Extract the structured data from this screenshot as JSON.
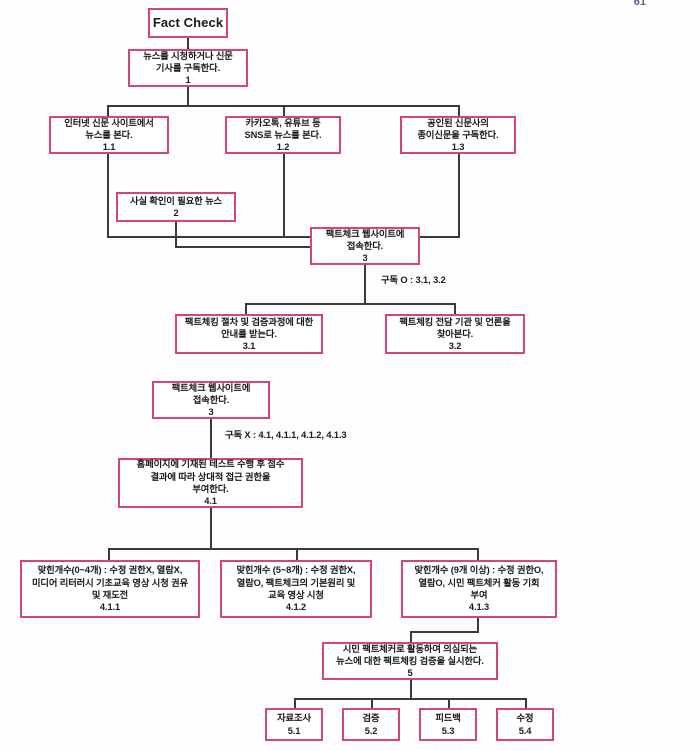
{
  "diagram": {
    "title": "Fact Check",
    "corner_mark": "61",
    "accent_color": "#d4457e",
    "line_color": "#3a3a3a",
    "background": "#fdfdfd",
    "nodes": [
      {
        "id": "root",
        "label": "Fact Check",
        "num": ""
      },
      {
        "id": "n1",
        "l1": "뉴스를 시청하거나 신문",
        "l2": "기사를 구독한다.",
        "num": "1"
      },
      {
        "id": "n11",
        "l1": "인터넷 신문 사이트에서",
        "l2": "뉴스를 본다.",
        "num": "1.1"
      },
      {
        "id": "n12",
        "l1": "카카오톡, 유튜브 등",
        "l2": "SNS로 뉴스를 본다.",
        "num": "1.2"
      },
      {
        "id": "n13",
        "l1": "공인된 신문사의",
        "l2": "종이신문을 구독한다.",
        "num": "1.3"
      },
      {
        "id": "n2",
        "l1": "사실 확인이 필요한 뉴스",
        "l2": "",
        "num": "2"
      },
      {
        "id": "n3a",
        "l1": "팩트체크 웹사이트에",
        "l2": "접속한다.",
        "num": "3"
      },
      {
        "id": "n31",
        "l1": "팩트체킹 절차 및 검증과정에 대한",
        "l2": "안내를 받는다.",
        "num": "3.1"
      },
      {
        "id": "n32",
        "l1": "팩트체킹 전담 기관 및 언론을",
        "l2": "찾아본다.",
        "num": "3.2"
      },
      {
        "id": "n3b",
        "l1": "팩트체크 웹사이트에",
        "l2": "접속한다.",
        "num": "3"
      },
      {
        "id": "n41",
        "l1": "홈페이지에 기재된 테스트 수행 후 점수",
        "l2": "결과에 따라 상대적 접근 권한을",
        "l3": "부여한다.",
        "num": "4.1"
      },
      {
        "id": "n411",
        "l1": "맞힌개수(0~4개) : 수정 권한X, 열람X,",
        "l2": "미디어 리터러시 기초교육 영상 시청 권유",
        "l3": "및 재도전",
        "num": "4.1.1"
      },
      {
        "id": "n412",
        "l1": "맞힌개수 (5~8개) : 수정 권한X,",
        "l2": "열람O, 팩트체크의 기본원리 및",
        "l3": "교육 영상 시청",
        "num": "4.1.2"
      },
      {
        "id": "n413",
        "l1": "맞힌개수 (9개 이상) : 수정 권한O,",
        "l2": "열람O, 시민 팩트체커 활동 기회",
        "l3": "부여",
        "num": "4.1.3"
      },
      {
        "id": "n5",
        "l1": "시민 팩트체커로 활동하여 의심되는",
        "l2": "뉴스에 대한 팩트체킹 검증을 실시한다.",
        "num": "5"
      },
      {
        "id": "n51",
        "l1": "자료조사",
        "l2": "",
        "num": "5.1"
      },
      {
        "id": "n52",
        "l1": "검증",
        "l2": "",
        "num": "5.2"
      },
      {
        "id": "n53",
        "l1": "피드백",
        "l2": "",
        "num": "5.3"
      },
      {
        "id": "n54",
        "l1": "수정",
        "l2": "",
        "num": "5.4"
      }
    ],
    "edge_labels": [
      {
        "id": "subscribe-yes",
        "text": "구독 O : 3.1, 3.2"
      },
      {
        "id": "subscribe-no",
        "text": "구독 X : 4.1, 4.1.1, 4.1.2, 4.1.3"
      }
    ]
  }
}
